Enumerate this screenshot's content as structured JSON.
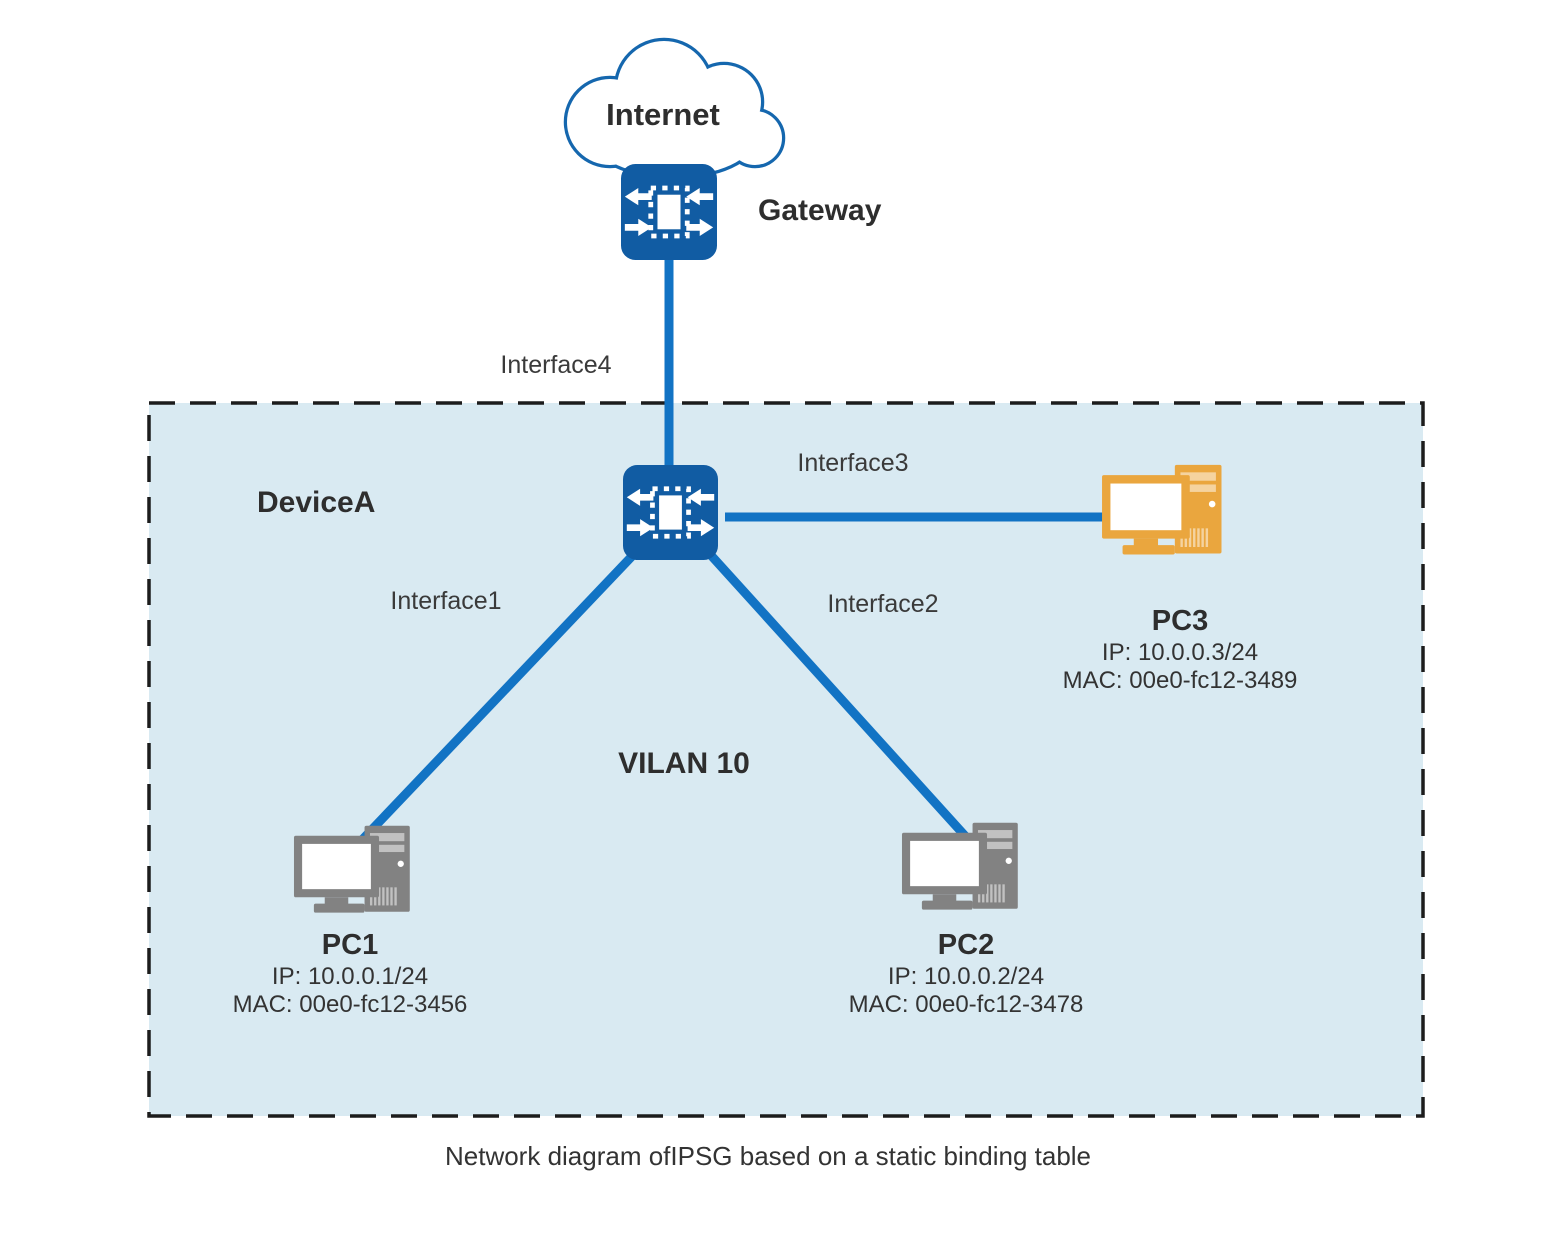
{
  "diagram": {
    "caption": "Network diagram ofIPSG based on a static binding table",
    "internet": {
      "label": "Internet"
    },
    "gateway": {
      "label": "Gateway"
    },
    "device": {
      "label": "DeviceA"
    },
    "vlan": {
      "label": "VILAN 10"
    },
    "interfaces": {
      "interface1": "Interface1",
      "interface2": "Interface2",
      "interface3": "Interface3",
      "interface4": "Interface4"
    },
    "pcs": [
      {
        "name": "PC1",
        "ip": "IP: 10.0.0.1/24",
        "mac": "MAC: 00e0-fc12-3456"
      },
      {
        "name": "PC2",
        "ip": "IP: 10.0.0.2/24",
        "mac": "MAC: 00e0-fc12-3478"
      },
      {
        "name": "PC3",
        "ip": "IP: 10.0.0.3/24",
        "mac": "MAC: 00e0-fc12-3489"
      }
    ],
    "colors": {
      "line_blue": "#1273C4",
      "switch_blue": "#115CA3",
      "cloud_blue": "#1567AE",
      "pc_gray": "#828282",
      "pc_orange": "#EAA63E",
      "vlan_bg": "#D9EAF2",
      "dash_border": "#1C1C1C",
      "text_dark": "#2E2E2E"
    }
  }
}
